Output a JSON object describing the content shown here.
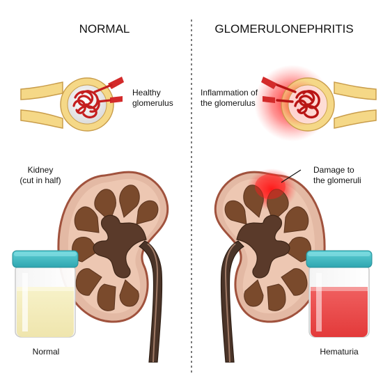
{
  "headings": {
    "left": "NORMAL",
    "right": "GLOMERULONEPHRITIS"
  },
  "labels": {
    "healthy_line1": "Healthy",
    "healthy_line2": "glomerulus",
    "inflammation_line1": "Inflammation of",
    "inflammation_line2": "the glomerulus",
    "kidney_line1": "Kidney",
    "kidney_line2": "(cut in half)",
    "damage_line1": "Damage to",
    "damage_line2": "the glomeruli",
    "normal": "Normal",
    "hematuria": "Hematuria"
  },
  "colors": {
    "cortex": "#e3b9a4",
    "capsule_outline": "#a0523d",
    "pyramid": "#7a4a2c",
    "pelvis": "#5a3a2a",
    "ureter": "#4a3428",
    "vessel_yellow": "#f5d887",
    "vessel_outline": "#c99d4b",
    "capillary_red": "#d32a2a",
    "jar_cap": "#3fb7c0",
    "urine_normal": "#f5eec6",
    "urine_hematuria": "#e84a4a",
    "inflammation_glow": "#ff2a2a"
  },
  "icons": {
    "left_glomerulus": "healthy-glomerulus-icon",
    "right_glomerulus": "inflamed-glomerulus-icon",
    "left_kidney": "kidney-cross-section-icon",
    "right_kidney": "damaged-kidney-cross-section-icon",
    "left_jar": "urine-sample-jar-icon",
    "right_jar": "blood-urine-sample-jar-icon"
  }
}
